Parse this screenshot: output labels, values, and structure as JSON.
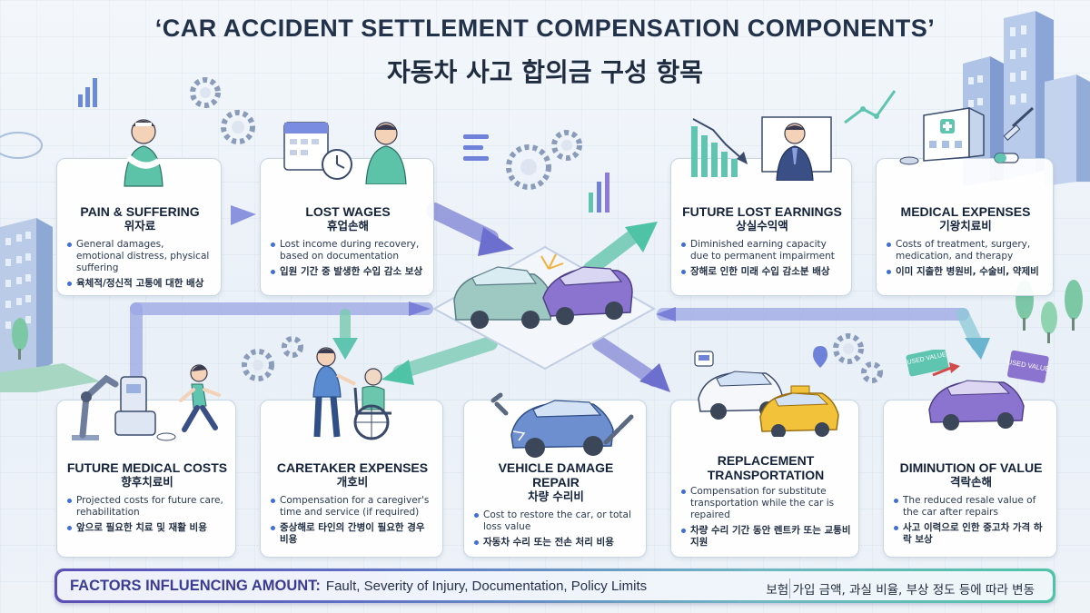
{
  "title_en": "‘CAR ACCIDENT SETTLEMENT COMPENSATION COMPONENTS’",
  "title_ko": "자동차 사고 합의금 구성 항목",
  "cards": [
    {
      "id": "pain",
      "title_en": "PAIN & SUFFERING",
      "title_ko": "위자료",
      "bullet_en": "General damages, emotional distress, physical suffering",
      "bullet_ko": "육체적/정신적 고통에 대한 배상"
    },
    {
      "id": "wages",
      "title_en": "LOST WAGES",
      "title_ko": "휴업손해",
      "bullet_en": "Lost income during recovery, based on documentation",
      "bullet_ko": "입원 기간 중 발생한 수입 감소 보상"
    },
    {
      "id": "future-earnings",
      "title_en": "FUTURE LOST EARNINGS",
      "title_ko": "상실수익액",
      "bullet_en": "Diminished earning capacity due to permanent impairment",
      "bullet_ko": "장해로 인한 미래 수입 감소분 배상"
    },
    {
      "id": "medical",
      "title_en": "MEDICAL EXPENSES",
      "title_ko": "기왕치료비",
      "bullet_en": "Costs of treatment, surgery, medication, and therapy",
      "bullet_ko": "이미 지출한 병원비, 수술비, 약제비"
    },
    {
      "id": "future-medical",
      "title_en": "FUTURE MEDICAL COSTS",
      "title_ko": "향후치료비",
      "bullet_en": "Projected costs for future care, rehabilitation",
      "bullet_ko": "앞으로 필요한 치료 및 재활 비용"
    },
    {
      "id": "caretaker",
      "title_en": "CARETAKER EXPENSES",
      "title_ko": "개호비",
      "bullet_en": "Compensation for a caregiver's time and service (if required)",
      "bullet_ko": "중상해로 타인의 간병이 필요한 경우 비용"
    },
    {
      "id": "vehicle",
      "title_en": "VEHICLE DAMAGE REPAIR",
      "title_ko": "차량 수리비",
      "bullet_en": "Cost to restore the car, or total loss value",
      "bullet_ko": "자동차 수리 또는 전손 처리 비용"
    },
    {
      "id": "transport",
      "title_en": "REPLACEMENT TRANSPORTATION",
      "title_ko": "",
      "bullet_en": "Compensation for substitute transportation while the car is repaired",
      "bullet_ko": "차량 수리 기간 동안 렌트카 또는 교통비 지원"
    },
    {
      "id": "diminution",
      "title_en": "DIMINUTION OF VALUE",
      "title_ko": "격락손해",
      "bullet_en": "The reduced resale value of the car after repairs",
      "bullet_ko": "사고 이력으로 인한 중고차 가격 하락 보상"
    }
  ],
  "illustration_labels": {
    "used_value_1": "USED VALUE",
    "used_value_2": "USED VALUE"
  },
  "factors": {
    "label": "FACTORS INFLUENCING AMOUNT:",
    "text": "Fault, Severity of Injury, Documentation, Policy Limits",
    "ko": "보험 가입 금액, 과실 비율, 부상 정도 등에 따라 변동"
  },
  "colors": {
    "accent_purple": "#7a5bd0",
    "accent_teal": "#4fc3a6",
    "arrow_blue": "#6d82d8"
  }
}
